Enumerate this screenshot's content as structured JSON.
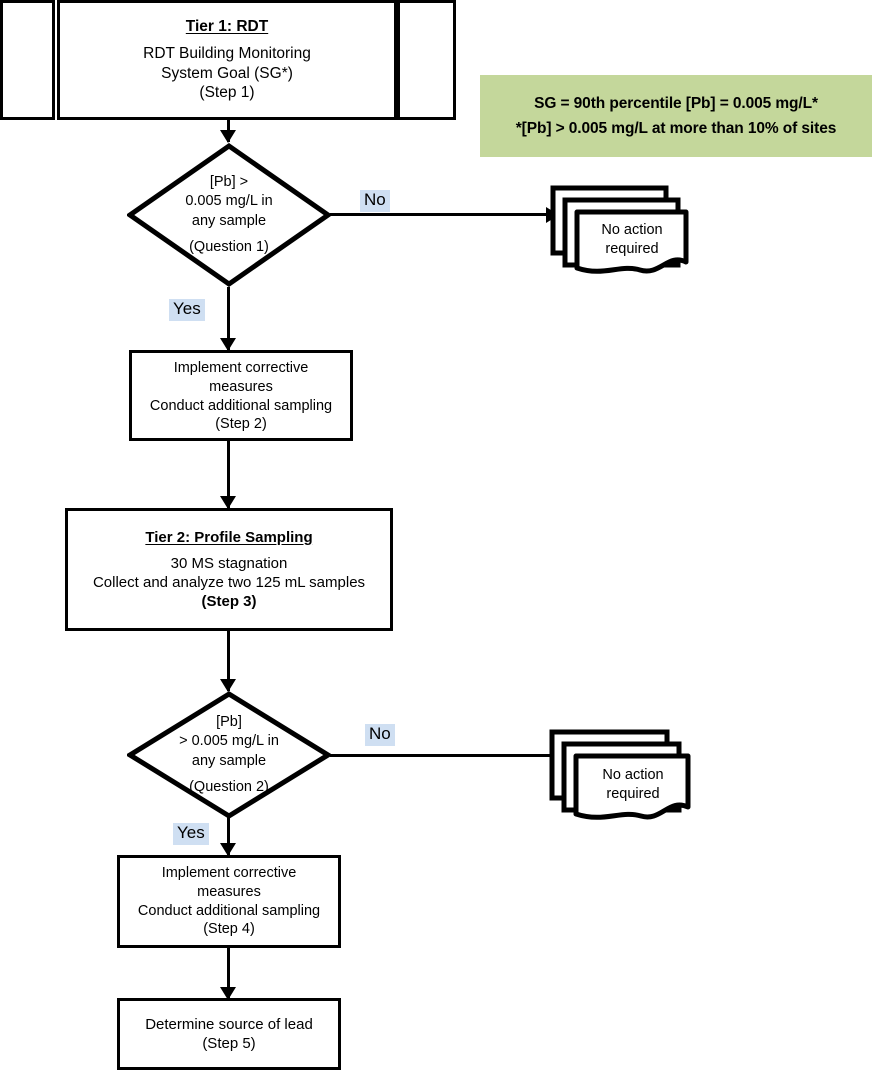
{
  "diagram": {
    "title": "Tiered lead sampling decision flowchart",
    "colors": {
      "legend_background": "#c4d79b",
      "branch_label_highlight": "#cfdff2",
      "stroke": "#000000",
      "shape_fill": "#ffffff"
    }
  },
  "tier1": {
    "title": "Tier 1: RDT",
    "line1": "RDT Building Monitoring",
    "line2": "System Goal (SG*)",
    "step": "(Step 1)"
  },
  "legend": {
    "line1": "SG = 90th percentile [Pb] = 0.005 mg/L*",
    "line2": "*[Pb] > 0.005 mg/L at more than 10% of sites"
  },
  "question1": {
    "line1": "[Pb] >",
    "line2": "0.005 mg/L in",
    "line3": "any sample",
    "label": "(Question 1)",
    "no_branch": "No",
    "yes_branch": "Yes"
  },
  "no_action_1": {
    "line1": "No action",
    "line2": "required"
  },
  "step2": {
    "line1": "Implement corrective",
    "line2": "measures",
    "line3": "Conduct additional sampling",
    "step": "(Step 2)"
  },
  "tier2": {
    "title": "Tier 2: Profile Sampling",
    "line1": "30 MS stagnation",
    "line2": "Collect and analyze two 125 mL samples",
    "step": "(Step 3)"
  },
  "question2": {
    "line1": "[Pb]",
    "line2": "> 0.005 mg/L in",
    "line3": "any sample",
    "label": "(Question 2)",
    "no_branch": "No",
    "yes_branch": "Yes"
  },
  "no_action_2": {
    "line1": "No action",
    "line2": "required"
  },
  "step4": {
    "line1": "Implement corrective",
    "line2": "measures",
    "line3": "Conduct additional sampling",
    "step": "(Step 4)"
  },
  "step5": {
    "line1": "Determine source of lead",
    "step": "(Step 5)"
  }
}
